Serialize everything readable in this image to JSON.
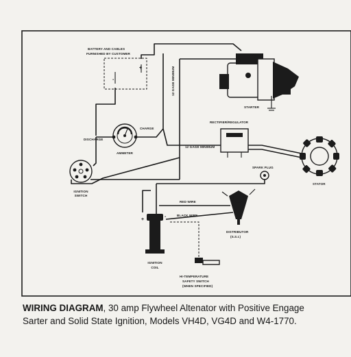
{
  "labels": {
    "battery": [
      "BATTERY AND CABLES",
      "FURNISHED BY CUSTOMER"
    ],
    "starter": "STARTER",
    "wire_12ga_vertical": "12 GAGE MINIMUM",
    "charge": "CHARGE",
    "discharge": "DISCHARGE",
    "ammeter": "AMMETER",
    "rectifier": "RECTIFIER/REGULATOR",
    "wire_12ga_horizontal": "12 GAGE MINIMUM",
    "stator": "STATOR",
    "spark_plug": "SPARK PLUG",
    "ignition_switch": [
      "IGNITION",
      "SWITCH"
    ],
    "red_wire": "RED WIRE",
    "black_wire": "BLACK WIRE",
    "distributor": [
      "DISTRIBUTOR",
      "(S.S.I.)"
    ],
    "ignition_coil": [
      "IGNITION",
      "COIL"
    ],
    "temp_switch": [
      "HI-TEMPERATURE",
      "SAFETY SWITCH",
      "(WHEN SPECIFIED)"
    ],
    "plus_sign": "+",
    "minus_sign": "-"
  },
  "caption": {
    "bold": "WIRING DIAGRAM",
    "line1_rest": ", 30 amp Flywheel Altenator with Positive Engage",
    "line2": "Sarter and Solid State Ignition, Models VH4D, VG4D and  W4-1770."
  }
}
